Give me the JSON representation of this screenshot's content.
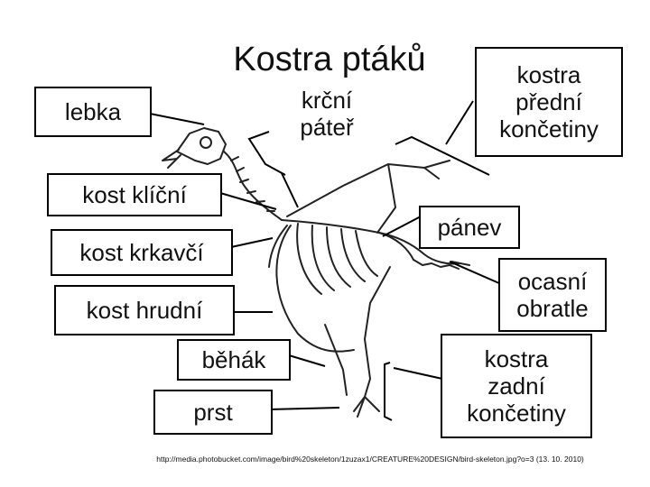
{
  "title": "Kostra ptáků",
  "labels": {
    "lebka": "lebka",
    "krcni_pater": "krční\npáteř",
    "predni_koncetiny": "kostra\npřední\nkončetiny",
    "kost_klicni": "kost klíční",
    "panev": "pánev",
    "kost_krkavci": "kost krkavčí",
    "ocasni_obratle": "ocasní\nobratle",
    "kost_hrudni": "kost hrudní",
    "zadni_koncetiny": "kostra\nzadní\nkončetiny",
    "behak": "běhák",
    "prst": "prst"
  },
  "source": "http://media.photobucket.com/image/bird%20skeleton/1zuzax1/CREATURE%20DESIGN/bird-skeleton.jpg?o=3 (13. 10. 2010)"
}
